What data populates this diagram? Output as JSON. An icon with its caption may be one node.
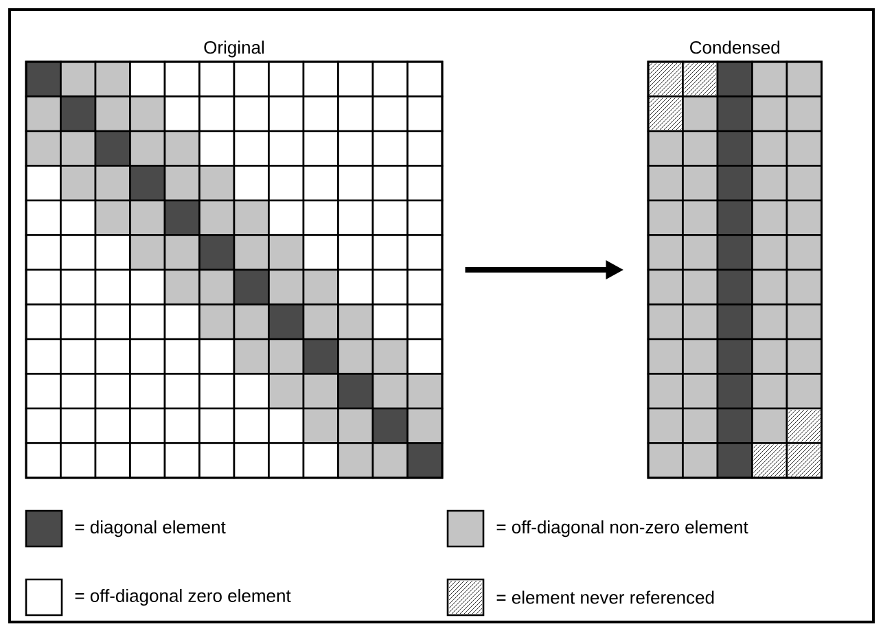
{
  "diagram": {
    "nodes": [
      {
        "text": [
          "Original"
        ]
      },
      {
        "text": [
          "Condensed"
        ]
      }
    ],
    "edges": [
      {
        "from": 0,
        "to": 1,
        "arrow": "to"
      }
    ],
    "legend": [
      {
        "text": "= diagonal element",
        "color": "#4a4a4a"
      },
      {
        "text": "= off-diagonal non-zero element",
        "color": "#c4c4c4"
      },
      {
        "text": "= off-diagonal zero element"
      },
      {
        "text": "= element never referenced"
      }
    ]
  }
}
